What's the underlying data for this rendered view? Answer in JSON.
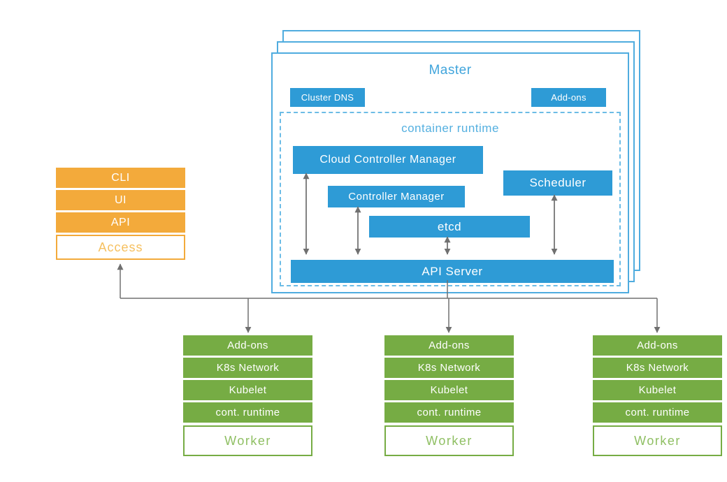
{
  "master": {
    "title": "Master",
    "cluster_dns_label": "Cluster DNS",
    "addons_label": "Add-ons",
    "container_runtime_label": "container runtime",
    "components": {
      "cloud_controller_manager": "Cloud Controller Manager",
      "controller_manager": "Controller Manager",
      "scheduler": "Scheduler",
      "etcd": "etcd",
      "api_server": "API Server"
    }
  },
  "access_stack": {
    "items": [
      "CLI",
      "UI",
      "API"
    ],
    "label": "Access"
  },
  "worker_stack": {
    "rows": [
      "Add-ons",
      "K8s Network",
      "Kubelet",
      "cont. runtime"
    ],
    "label": "Worker"
  },
  "workers_count": 3,
  "colors": {
    "blue": "#2E9BD6",
    "blue_border": "#4FACDF",
    "blue_text": "#41A5DC",
    "orange": "#F3AA3B",
    "orange_text": "#F6C05F",
    "green": "#76AC44",
    "green_text": "#8FBF63",
    "arrow_gray": "#707070"
  }
}
